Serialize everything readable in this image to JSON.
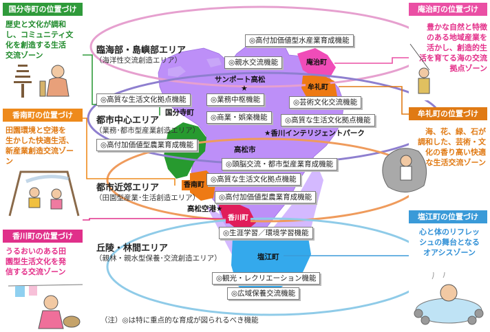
{
  "left_panels": {
    "kokubunji": {
      "title": "国分寺町の位置づけ",
      "text": "歴史と文化が調和\nし、コミュニティ文\n化を創造する生活\n交流ゾーン",
      "color": "#2f9a3a"
    },
    "konan": {
      "title": "香南町の位置づけ",
      "text": "田園環境と空港を\n生かした快適生活、\n新産業創造交流ゾー\nン",
      "color": "#ee8a1c"
    },
    "kagawa": {
      "title": "香川町の位置づけ",
      "text": "うるおいのある田\n園型生活文化を発\n信する交流ゾーン",
      "color": "#e0308a"
    }
  },
  "right_panels": {
    "aji": {
      "title": "庵治町の位置づけ",
      "text": "豊かな自然と特徴\nのある地域産業を\n活かし、創造的生\n活を育てる海の交流\n拠点ゾーン",
      "color": "#ea4fa4"
    },
    "mure": {
      "title": "牟礼町の位置づけ",
      "text": "海、花、緑、石が\n調和した、芸術・文\n化の香り高い快適\nな生活交流ゾーン",
      "color": "#e07a14"
    },
    "shionoe": {
      "title": "塩江町の位置づけ",
      "text": "心と体のリフレッ\nシュの舞台となる\nオアシスゾーン",
      "color": "#3a9ad8"
    }
  },
  "zones": {
    "rinkai": {
      "title": "臨海部・島嶼部エリア",
      "sub": "（海洋性交流創造エリア）"
    },
    "toshi_chushin": {
      "title": "都市中心エリア",
      "sub": "（業務･都市型産業創造エリア）"
    },
    "toshi_kinko": {
      "title": "都市近郊エリア",
      "sub": "（田園型産業･生活創造エリア）"
    },
    "kyuryo": {
      "title": "丘陵・林間エリア",
      "sub": "（親林・親水型保養･交流創造エリア）"
    }
  },
  "functions": {
    "suisan": "◎高付加価値型水産業育成機能",
    "shinsui": "◎親水交流機能",
    "seikatsu1": "◎高質な生活文化拠点機能",
    "gyomu": "◎業務中枢機能",
    "geijutsu": "◎芸術文化交流機能",
    "shogyo": "◎商業・娯楽機能",
    "seikatsu2": "◎高質な生活文化拠点機能",
    "nogyo1": "◎高付加価値型農業育成機能",
    "zuno": "◎頭脳交流・都市型産業育成機能",
    "seikatsu3": "◎高質な生活文化拠点機能",
    "nogyo2": "◎高付加価値型農業育成機能",
    "shogai": "◎生涯学習／環境学習機能",
    "kanko": "◎観光・レクリエーション機能",
    "koiki": "◎広域保養交流機能"
  },
  "map_labels": {
    "sunport": "サンポート高松",
    "kokubunji": "国分寺町",
    "intelligent": "★香川インテリジェントパーク",
    "takamatsu": "高松市",
    "airport": "高松空港★",
    "shionoe": "塩江町"
  },
  "town_tags": {
    "aji": "庵治町",
    "mure": "牟礼町",
    "konan": "香南町",
    "kagawa": "香川町"
  },
  "star": "★",
  "note": "（注）◎は特に重点的な育成が図られるべき機能",
  "colors": {
    "purple": "#b98cff",
    "green": "#2a9a30",
    "pink": "#f04cb8",
    "orange": "#ee7a14",
    "magenta": "#e01d5a",
    "blue": "#34a9ec",
    "rinkai_ellipse": "#e6a0cf",
    "chushin_ellipse": "#8e7fcf",
    "kinko_ellipse": "#ef9b5c",
    "kyuryo_ellipse": "#8fcbe8"
  }
}
